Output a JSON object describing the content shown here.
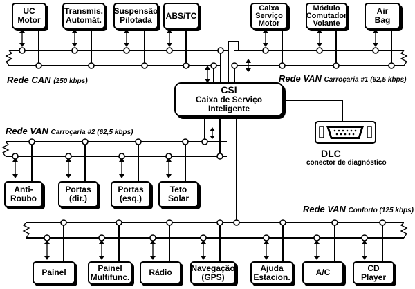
{
  "networks": {
    "can": {
      "name": "Rede CAN",
      "speed": "(250 kbps)"
    },
    "van1": {
      "name": "Rede VAN",
      "speed": "Carroçaria #1 (62,5 kbps)"
    },
    "van2": {
      "name": "Rede VAN",
      "speed": "Carroçaria #2 (62,5 kbps)"
    },
    "conforto": {
      "name": "Rede VAN",
      "speed": "Conforto (125 kbps)"
    }
  },
  "csi": {
    "title": "CSI",
    "line1": "Caixa de Serviço",
    "line2": "Inteligente"
  },
  "dlc": {
    "title": "DLC",
    "subtitle": "conector de diagnóstico"
  },
  "modules": {
    "uc_motor": "UC\nMotor",
    "transmis": "Transmis.\nAutomát.",
    "suspensao": "Suspensão\nPilotada",
    "abs": "ABS/TC",
    "caixa_servico": "Caixa\nServiço\nMotor",
    "modulo_comutador": "Módulo\nComutador\nVolante",
    "air_bag": "Air\nBag",
    "anti_roubo": "Anti-\nRoubo",
    "portas_dir": "Portas\n(dir.)",
    "portas_esq": "Portas\n(esq.)",
    "teto_solar": "Teto\nSolar",
    "painel": "Painel",
    "painel_multifunc": "Painel\nMultifunc.",
    "radio": "Rádio",
    "navegacao": "Navegação\n(GPS)",
    "ajuda_estacion": "Ajuda\nEstacion.",
    "ac": "A/C",
    "cd_player": "CD\nPlayer"
  }
}
